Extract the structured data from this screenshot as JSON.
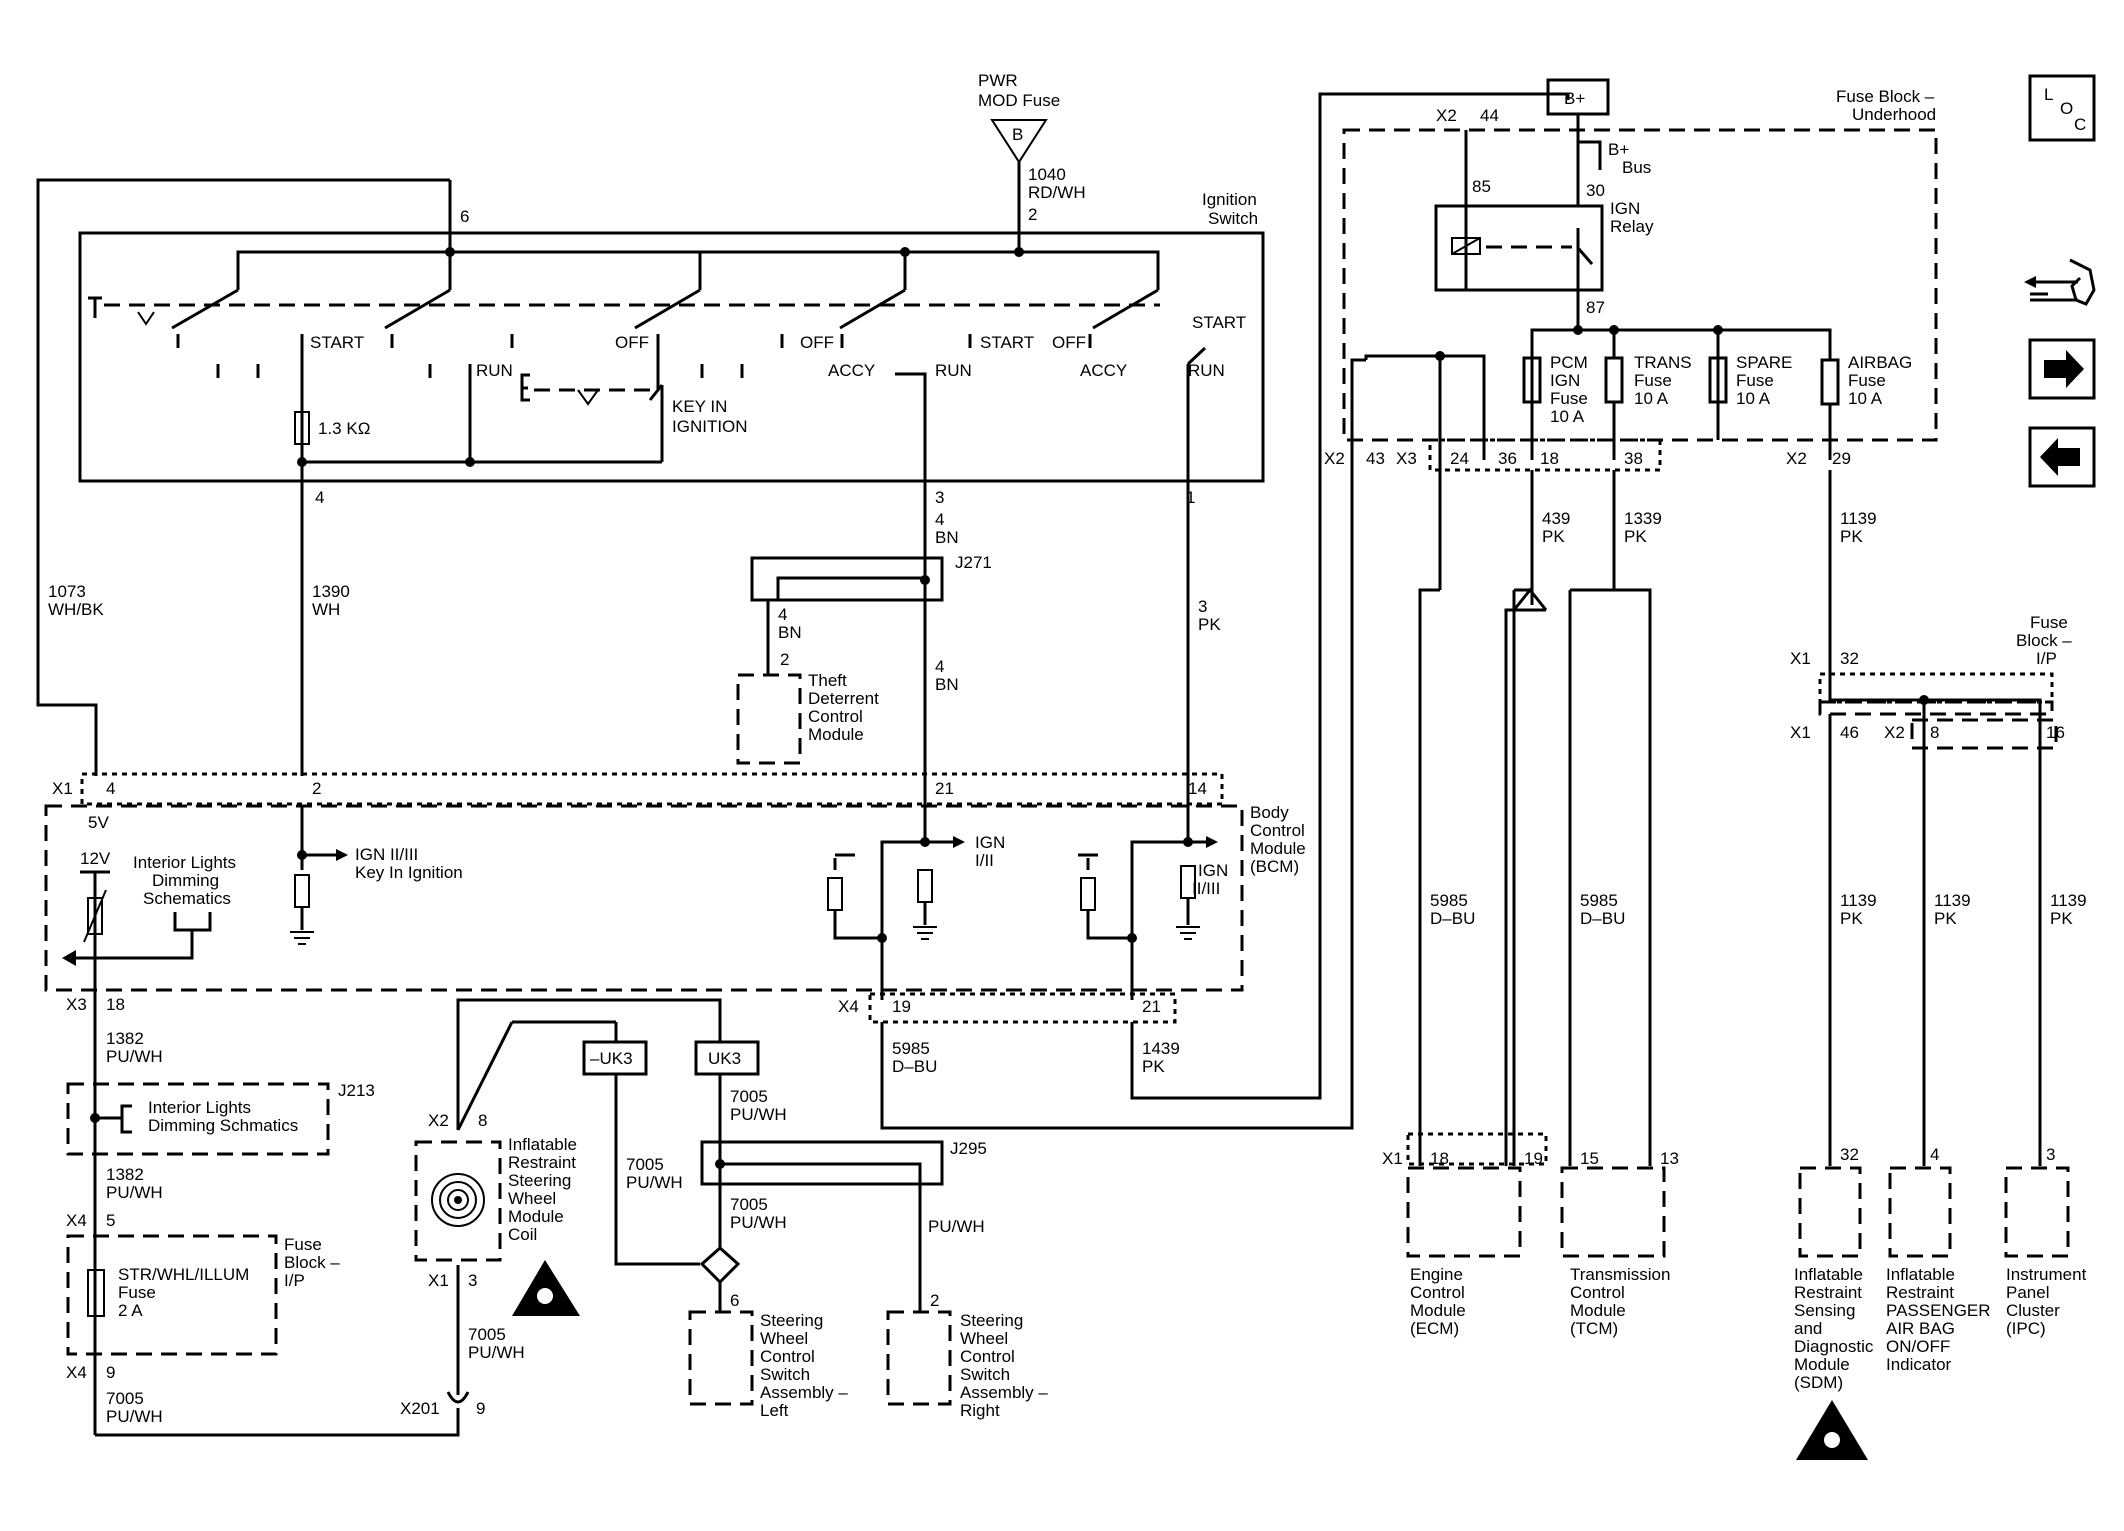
{
  "pwr_mod": {
    "l1": "PWR",
    "l2": "MOD Fuse",
    "letter": "B",
    "wire": "1040",
    "color": "RD/WH",
    "pin": "2"
  },
  "ignition_switch": {
    "l1": "Ignition",
    "l2": "Switch",
    "pin_top": "6",
    "positions": [
      "START",
      "RUN",
      "OFF",
      "OFF",
      "ACCY",
      "RUN",
      "START",
      "OFF",
      "ACCY",
      "START",
      "RUN"
    ],
    "key_in_1": "KEY  IN",
    "key_in_2": "IGNITION",
    "resistor": "1.3 KΩ",
    "pin4": "4",
    "pin3": "3",
    "pin1": "1"
  },
  "wires": {
    "w1073": "1073",
    "w1073c": "WH/BK",
    "w1390": "1390",
    "w1390c": "WH",
    "w4a": "4",
    "w4ac": "BN",
    "w4b": "4",
    "w4bc": "BN",
    "w4c": "4",
    "w4cc": "BN",
    "w3": "3",
    "w3c": "PK",
    "w1382a": "1382",
    "w1382ac": "PU/WH",
    "w1382b": "1382",
    "w1382bc": "PU/WH",
    "w7005a": "7005",
    "w7005ac": "PU/WH",
    "w7005b": "7005",
    "w7005bc": "PU/WH",
    "w7005c": "7005",
    "w7005cc": "PU/WH",
    "w7005d": "7005",
    "w7005dc": "PU/WH",
    "w7005e": "7005",
    "w7005ec": "PU/WH",
    "pu_wh": "PU/WH",
    "w5985a": "5985",
    "w5985ac": "D–BU",
    "w1439": "1439",
    "w1439c": "PK",
    "w439": "439",
    "w439c": "PK",
    "w1339": "1339",
    "w1339c": "PK",
    "w1139a": "1139",
    "w1139ac": "PK",
    "w5985b": "5985",
    "w5985bc": "D–BU",
    "w5985c": "5985",
    "w5985cc": "D–BU",
    "w1139b": "1139",
    "w1139bc": "PK",
    "w1139c": "1139",
    "w1139cc": "PK",
    "w1139d": "1139",
    "w1139dc": "PK"
  },
  "splices": {
    "j271": "J271",
    "j213": "J213",
    "j295": "J295"
  },
  "theft": {
    "pin": "2",
    "l1": "Theft",
    "l2": "Deterrent",
    "l3": "Control",
    "l4": "Module"
  },
  "bcm": {
    "l1": "Body",
    "l2": "Control",
    "l3": "Module",
    "l4": "(BCM)",
    "x1": "X1",
    "p4": "4",
    "p2": "2",
    "p21": "21",
    "p14": "14",
    "v5": "5V",
    "v12": "12V",
    "dim1": "Interior Lights",
    "dim2": "Dimming",
    "dim3": "Schematics",
    "kii1": "IGN II/III",
    "kii2": "Key In Ignition",
    "ign1a": "IGN",
    "ign1b": "I/II",
    "ign2a": "IGN",
    "ign2b": "II/III",
    "x3": "X3",
    "p18": "18",
    "x4": "X4",
    "p19": "19",
    "p21b": "21"
  },
  "j213_box": {
    "l1": "Interior Lights",
    "l2": "Dimming Schmatics"
  },
  "fuse_ip_left": {
    "x4a": "X4",
    "p5": "5",
    "l1": "STR/WHL/ILLUM",
    "l2": "Fuse",
    "l3": "2 A",
    "b1": "Fuse",
    "b2": "Block –",
    "b3": "I/P",
    "x4b": "X4",
    "p9": "9"
  },
  "coil": {
    "x2": "X2",
    "p8": "8",
    "l1": "Inflatable",
    "l2": "Restraint",
    "l3": "Steering",
    "l4": "Wheel",
    "l5": "Module",
    "l6": "Coil",
    "x1": "X1",
    "p3": "3",
    "x201": "X201",
    "p9": "9"
  },
  "uk": {
    "neg": "–UK3",
    "pos": "UK3"
  },
  "sws_left": {
    "pin": "6",
    "l1": "Steering",
    "l2": "Wheel",
    "l3": "Control",
    "l4": "Switch",
    "l5": "Assembly –",
    "l6": "Left"
  },
  "sws_right": {
    "pin": "2",
    "l1": "Steering",
    "l2": "Wheel",
    "l3": "Control",
    "l4": "Switch",
    "l5": "Assembly –",
    "l6": "Right"
  },
  "underhood": {
    "bplus": "B+",
    "x2": "X2",
    "p44": "44",
    "l1": "Fuse Block –",
    "l2": "Underhood",
    "bus1": "B+",
    "bus2": "Bus",
    "p85": "85",
    "p30": "30",
    "relay1": "IGN",
    "relay2": "Relay",
    "p87": "87",
    "f1a": "PCM",
    "f1b": "IGN",
    "f1c": "Fuse",
    "f1d": "10 A",
    "f2a": "TRANS",
    "f2b": "Fuse",
    "f2c": "10 A",
    "f3a": "SPARE",
    "f3b": "Fuse",
    "f3c": "10 A",
    "f4a": "AIRBAG",
    "f4b": "Fuse",
    "f4c": "10 A",
    "x2b": "X2",
    "p43": "43",
    "x3": "X3",
    "p24": "24",
    "p36": "36",
    "p18": "18",
    "p38": "38",
    "x2c": "X2",
    "p29": "29"
  },
  "fuse_ip_right": {
    "l1": "Fuse",
    "l2": "Block –",
    "l3": "I/P",
    "x1a": "X1",
    "p32": "32",
    "x1b": "X1",
    "p46": "46",
    "x2": "X2",
    "p8": "8",
    "p16": "16"
  },
  "ecm": {
    "x1": "X1",
    "p18": "18",
    "p19": "19",
    "l1": "Engine",
    "l2": "Control",
    "l3": "Module",
    "l4": "(ECM)"
  },
  "tcm": {
    "p15": "15",
    "p13": "13",
    "l1": "Transmission",
    "l2": "Control",
    "l3": "Module",
    "l4": "(TCM)"
  },
  "sdm": {
    "pin": "32",
    "l1": "Inflatable",
    "l2": "Restraint",
    "l3": "Sensing",
    "l4": "and",
    "l5": "Diagnostic",
    "l6": "Module",
    "l7": "(SDM)"
  },
  "pass": {
    "pin": "4",
    "l1": "Inflatable",
    "l2": "Restraint",
    "l3": "PASSENGER",
    "l4": "AIR BAG",
    "l5": "ON/OFF",
    "l6": "Indicator"
  },
  "ipc": {
    "pin": "3",
    "l1": "Instrument",
    "l2": "Panel",
    "l3": "Cluster",
    "l4": "(IPC)"
  },
  "loc": {
    "l": "L",
    "o": "O",
    "c": "C"
  }
}
